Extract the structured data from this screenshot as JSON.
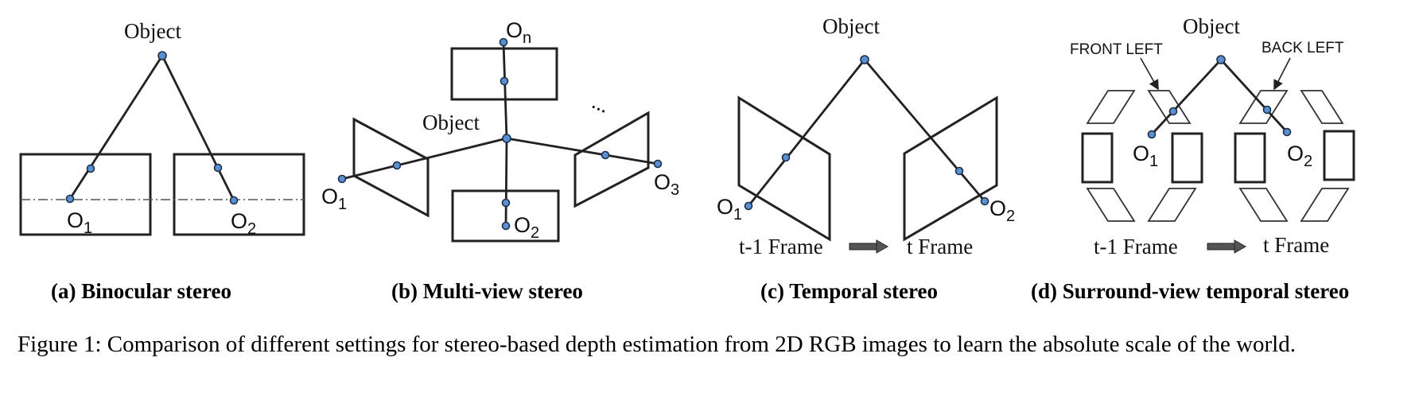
{
  "panels": {
    "a": {
      "object_label": "Object",
      "o1": {
        "main": "O",
        "sub": "1"
      },
      "o2": {
        "main": "O",
        "sub": "2"
      },
      "caption": "(a) Binocular stereo"
    },
    "b": {
      "object_label": "Object",
      "on": {
        "main": "O",
        "sub": "n"
      },
      "o1": {
        "main": "O",
        "sub": "1"
      },
      "o2": {
        "main": "O",
        "sub": "2"
      },
      "o3": {
        "main": "O",
        "sub": "3"
      },
      "ellipsis": "...",
      "caption": "(b) Multi-view stereo"
    },
    "c": {
      "object_label": "Object",
      "o1": {
        "main": "O",
        "sub": "1"
      },
      "o2": {
        "main": "O",
        "sub": "2"
      },
      "frame_prev": "t-1 Frame",
      "frame_cur": "t Frame",
      "caption": "(c) Temporal stereo"
    },
    "d": {
      "object_label": "Object",
      "front_left": "FRONT LEFT",
      "back_left": "BACK LEFT",
      "o1": {
        "main": "O",
        "sub": "1"
      },
      "o2": {
        "main": "O",
        "sub": "2"
      },
      "frame_prev": "t-1 Frame",
      "frame_cur": "t Frame",
      "caption": "(d) Surround-view temporal stereo"
    }
  },
  "figure_caption": "Figure 1: Comparison of different settings for stereo-based depth estimation from 2D RGB images to learn the absolute scale of the world.",
  "colors": {
    "point_fill": "#5a8fd0",
    "line": "#222222"
  }
}
